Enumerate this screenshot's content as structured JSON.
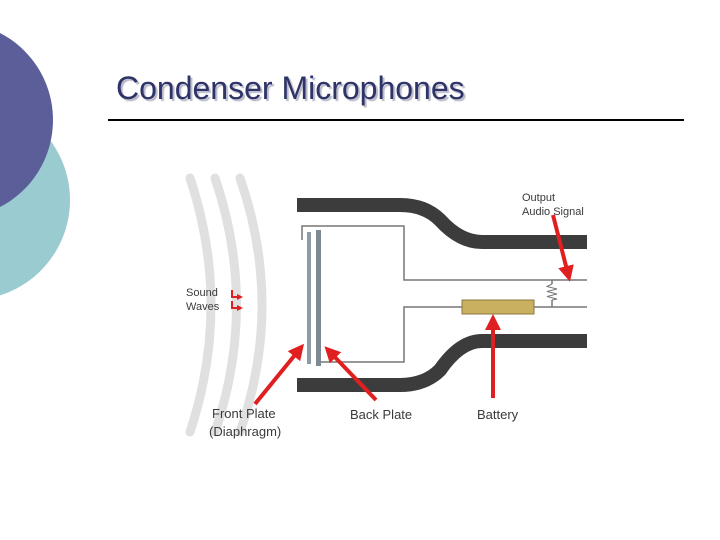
{
  "slide": {
    "title": "Condenser Microphones"
  },
  "diagram": {
    "labels": {
      "output_line1": "Output",
      "output_line2": "Audio Signal",
      "sound_line1": "Sound",
      "sound_line2": "Waves",
      "front_plate_line1": "Front Plate",
      "front_plate_line2": "(Diaphragm)",
      "back_plate": "Back Plate",
      "battery": "Battery"
    }
  },
  "colors": {
    "title": "#2e3468",
    "circle_dark": "#5c5e9a",
    "circle_light": "#9acbd0",
    "housing": "#3c3c3c",
    "pointer_arrows": "#e02020",
    "battery": "#c8b060",
    "sound_wave_arcs": "#dcdcdc"
  }
}
